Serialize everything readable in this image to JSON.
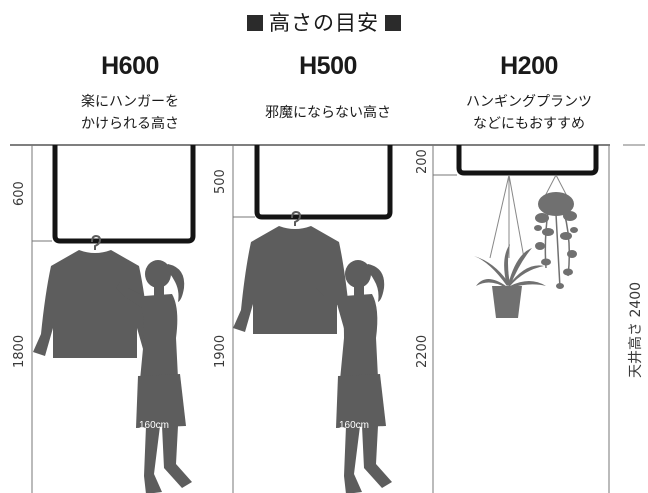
{
  "title": "高さの目安",
  "columns": [
    {
      "height_label": "H600",
      "desc_line1": "楽にハンガーを",
      "desc_line2": "かけられる高さ",
      "dim_top": "600",
      "dim_bottom": "1800",
      "person_height": "160cm"
    },
    {
      "height_label": "H500",
      "desc_line1": "邪魔にならない高さ",
      "desc_line2": "",
      "dim_top": "500",
      "dim_bottom": "1900",
      "person_height": "160cm"
    },
    {
      "height_label": "H200",
      "desc_line1": "ハンギングプランツ",
      "desc_line2": "などにもおすすめ",
      "dim_top": "200",
      "dim_bottom": "2200"
    }
  ],
  "ceiling_label": "天井高さ 2400",
  "colors": {
    "figure": "#5d5d5d",
    "rail": "#141414",
    "line": "#555555",
    "plant": "#707070"
  }
}
